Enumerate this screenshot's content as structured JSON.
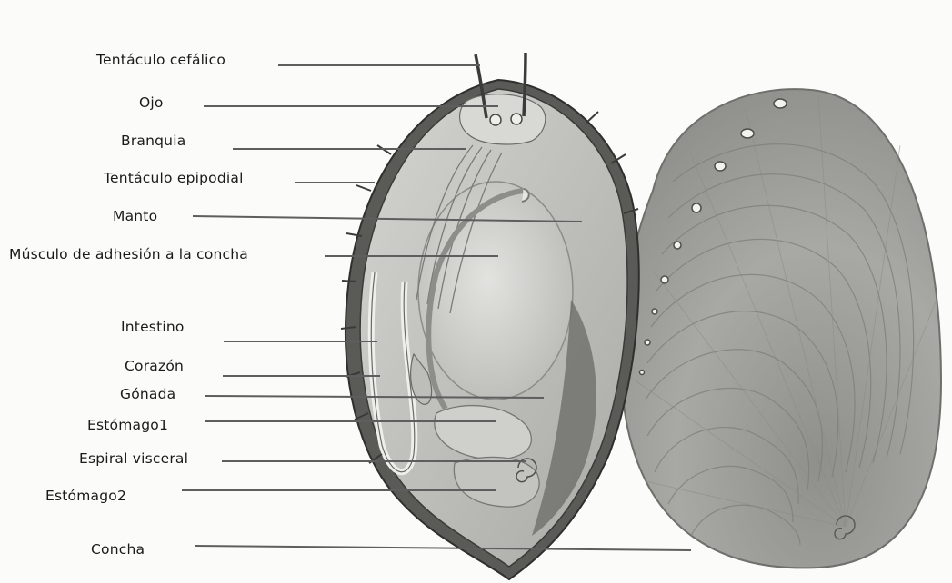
{
  "figure": {
    "subject": "abalone anatomy (Haliotis) with opened shell",
    "labels": [
      {
        "id": "tentaculo-cefalico",
        "text": "Tentáculo cefálico"
      },
      {
        "id": "ojo",
        "text": "Ojo"
      },
      {
        "id": "branquia",
        "text": "Branquia"
      },
      {
        "id": "tentaculo-epipodial",
        "text": "Tentáculo epipodial"
      },
      {
        "id": "manto",
        "text": "Manto"
      },
      {
        "id": "musculo",
        "text": "Músculo de adhesión a la concha"
      },
      {
        "id": "intestino",
        "text": "Intestino"
      },
      {
        "id": "corazon",
        "text": "Corazón"
      },
      {
        "id": "gonada",
        "text": "Gónada"
      },
      {
        "id": "estomago1",
        "text": "Estómago1"
      },
      {
        "id": "espiral-visceral",
        "text": "Espiral visceral"
      },
      {
        "id": "estomago2",
        "text": "Estómago2"
      },
      {
        "id": "concha",
        "text": "Concha"
      }
    ]
  },
  "colors": {
    "label_text": "#1a1a1a",
    "leader_line": "#5e5e5e",
    "body_fill": "#c9c9c6",
    "shell_fill": "#9d9d99",
    "mantle_edge": "#3a3a38"
  }
}
